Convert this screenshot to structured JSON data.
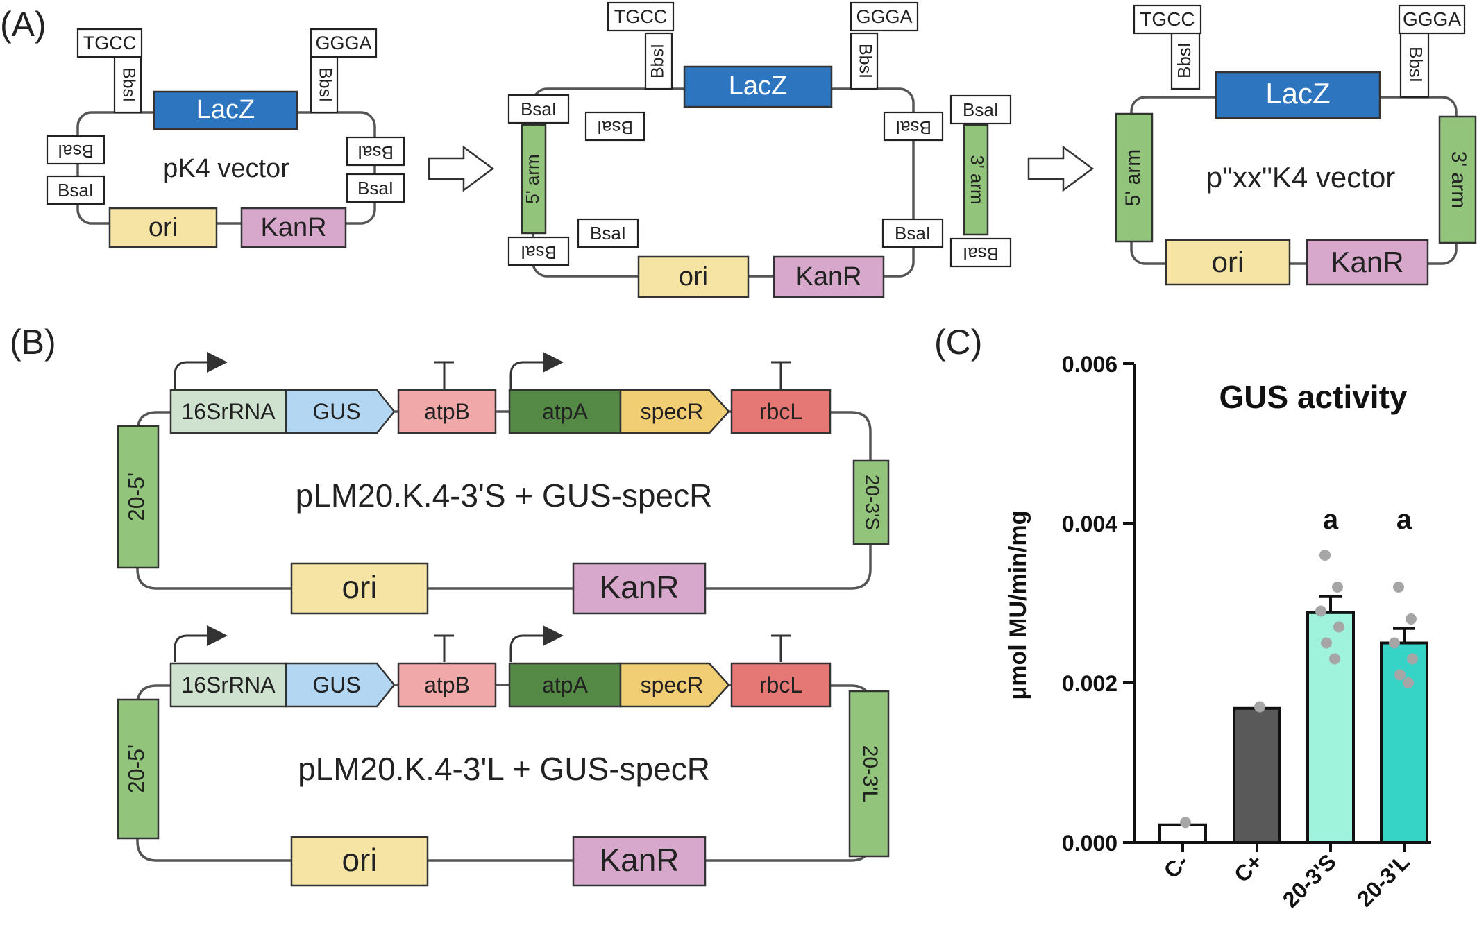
{
  "panels": {
    "a": "(A)",
    "b": "(B)",
    "c": "(C)"
  },
  "labels": {
    "tgcc": "TGCC",
    "ggga": "GGGA",
    "bbsi": "BbsI",
    "bsai": "BsaI",
    "lacz": "LacZ",
    "ori": "ori",
    "kanr": "KanR",
    "arm5": "5' arm",
    "arm3": "3' arm",
    "p16": "16SrRNA",
    "gus": "GUS",
    "atpb": "atpB",
    "atpa": "atpA",
    "specr": "specR",
    "rbcl": "rbcL",
    "arm20_5": "20-5'",
    "arm20_3s": "20-3'S",
    "arm20_3l": "20-3'L"
  },
  "vectors": [
    "pK4 vector",
    "p\"xx\"K4 vector"
  ],
  "constructs": [
    "pLM20.K.4-3'S + GUS-specR",
    "pLM20.K.4-3'L + GUS-specR"
  ],
  "colors": {
    "lacz": "#2e75c0",
    "ori": "#f5e4a4",
    "kanr": "#d7a8cc",
    "arm": "#92c47c",
    "p16": "#cfe2cf",
    "gus": "#b3d7f2",
    "atpb": "#f0a9a8",
    "atpa": "#548a45",
    "specr": "#f1cd73",
    "rbcl": "#e57875"
  },
  "chart_data": {
    "type": "bar",
    "title": "GUS activity",
    "ylabel": "µmol MU/min/mg",
    "ylim": [
      0,
      0.006
    ],
    "yticks": [
      "0.000",
      "0.002",
      "0.004",
      "0.006"
    ],
    "categories": [
      "C-",
      "C+",
      "20-3'S",
      "20-3'L"
    ],
    "values": [
      0.00022,
      0.00168,
      0.00288,
      0.0025
    ],
    "sem": [
      0,
      0,
      0.0002,
      0.00018
    ],
    "points": [
      [
        0.00025
      ],
      [
        0.0017
      ],
      [
        0.0036,
        0.0032,
        0.0029,
        0.0027,
        0.0025,
        0.0023
      ],
      [
        0.0032,
        0.0028,
        0.0025,
        0.0023,
        0.0021,
        0.002
      ]
    ],
    "significance": [
      "",
      "",
      "a",
      "a"
    ],
    "bar_colors": [
      "#ffffff",
      "#595959",
      "#9ff2dc",
      "#36d3c7"
    ],
    "point_color": "#a6a6a6",
    "grid": false
  }
}
